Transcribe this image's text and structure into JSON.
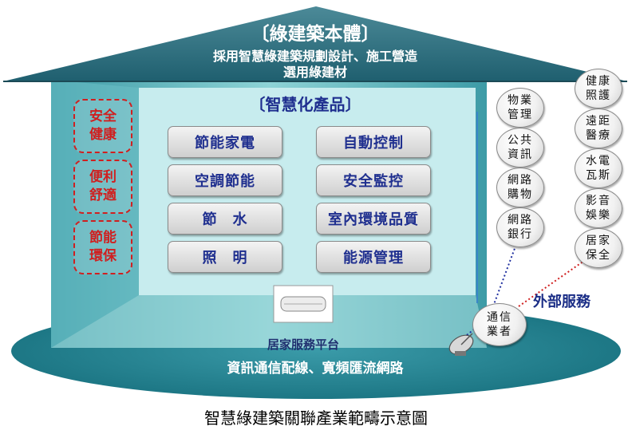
{
  "roof": {
    "title": "〔綠建築本體〕",
    "subtitle_line1": "採用智慧綠建築規劃設計、施工營造",
    "subtitle_line2": "選用綠建材"
  },
  "smart_products": {
    "title": "〔智慧化產品〕",
    "items": [
      "節能家電",
      "自動控制",
      "空調節能",
      "安全監控",
      "節　水",
      "室內環境品質",
      "照　明",
      "能源管理"
    ]
  },
  "benefits": [
    {
      "line1": "安全",
      "line2": "健康"
    },
    {
      "line1": "便利",
      "line2": "舒適"
    },
    {
      "line1": "節能",
      "line2": "環保"
    }
  ],
  "external_services": {
    "label": "外部服務",
    "hub": {
      "line1": "通信",
      "line2": "業者"
    },
    "items": [
      {
        "line1": "物業",
        "line2": "管理"
      },
      {
        "line1": "公共",
        "line2": "資訊"
      },
      {
        "line1": "網路",
        "line2": "購物"
      },
      {
        "line1": "網路",
        "line2": "銀行"
      },
      {
        "line1": "健康",
        "line2": "照護"
      },
      {
        "line1": "遠距",
        "line2": "醫療"
      },
      {
        "line1": "水電",
        "line2": "瓦斯"
      },
      {
        "line1": "影音",
        "line2": "娛樂"
      },
      {
        "line1": "居家",
        "line2": "保全"
      }
    ]
  },
  "platform_label": "居家服務平台",
  "network_label": "資訊通信配線、寬頻匯流網路",
  "caption": "智慧綠建築關聯產業範疇示意圖",
  "colors": {
    "roof": "#2f6f7f",
    "wall": "#5fb1b6",
    "inner_panel": "#c7ecee",
    "floor": "#1f7f8f",
    "product_text": "#1f2f8f",
    "badge_red": "#d01f1f"
  }
}
